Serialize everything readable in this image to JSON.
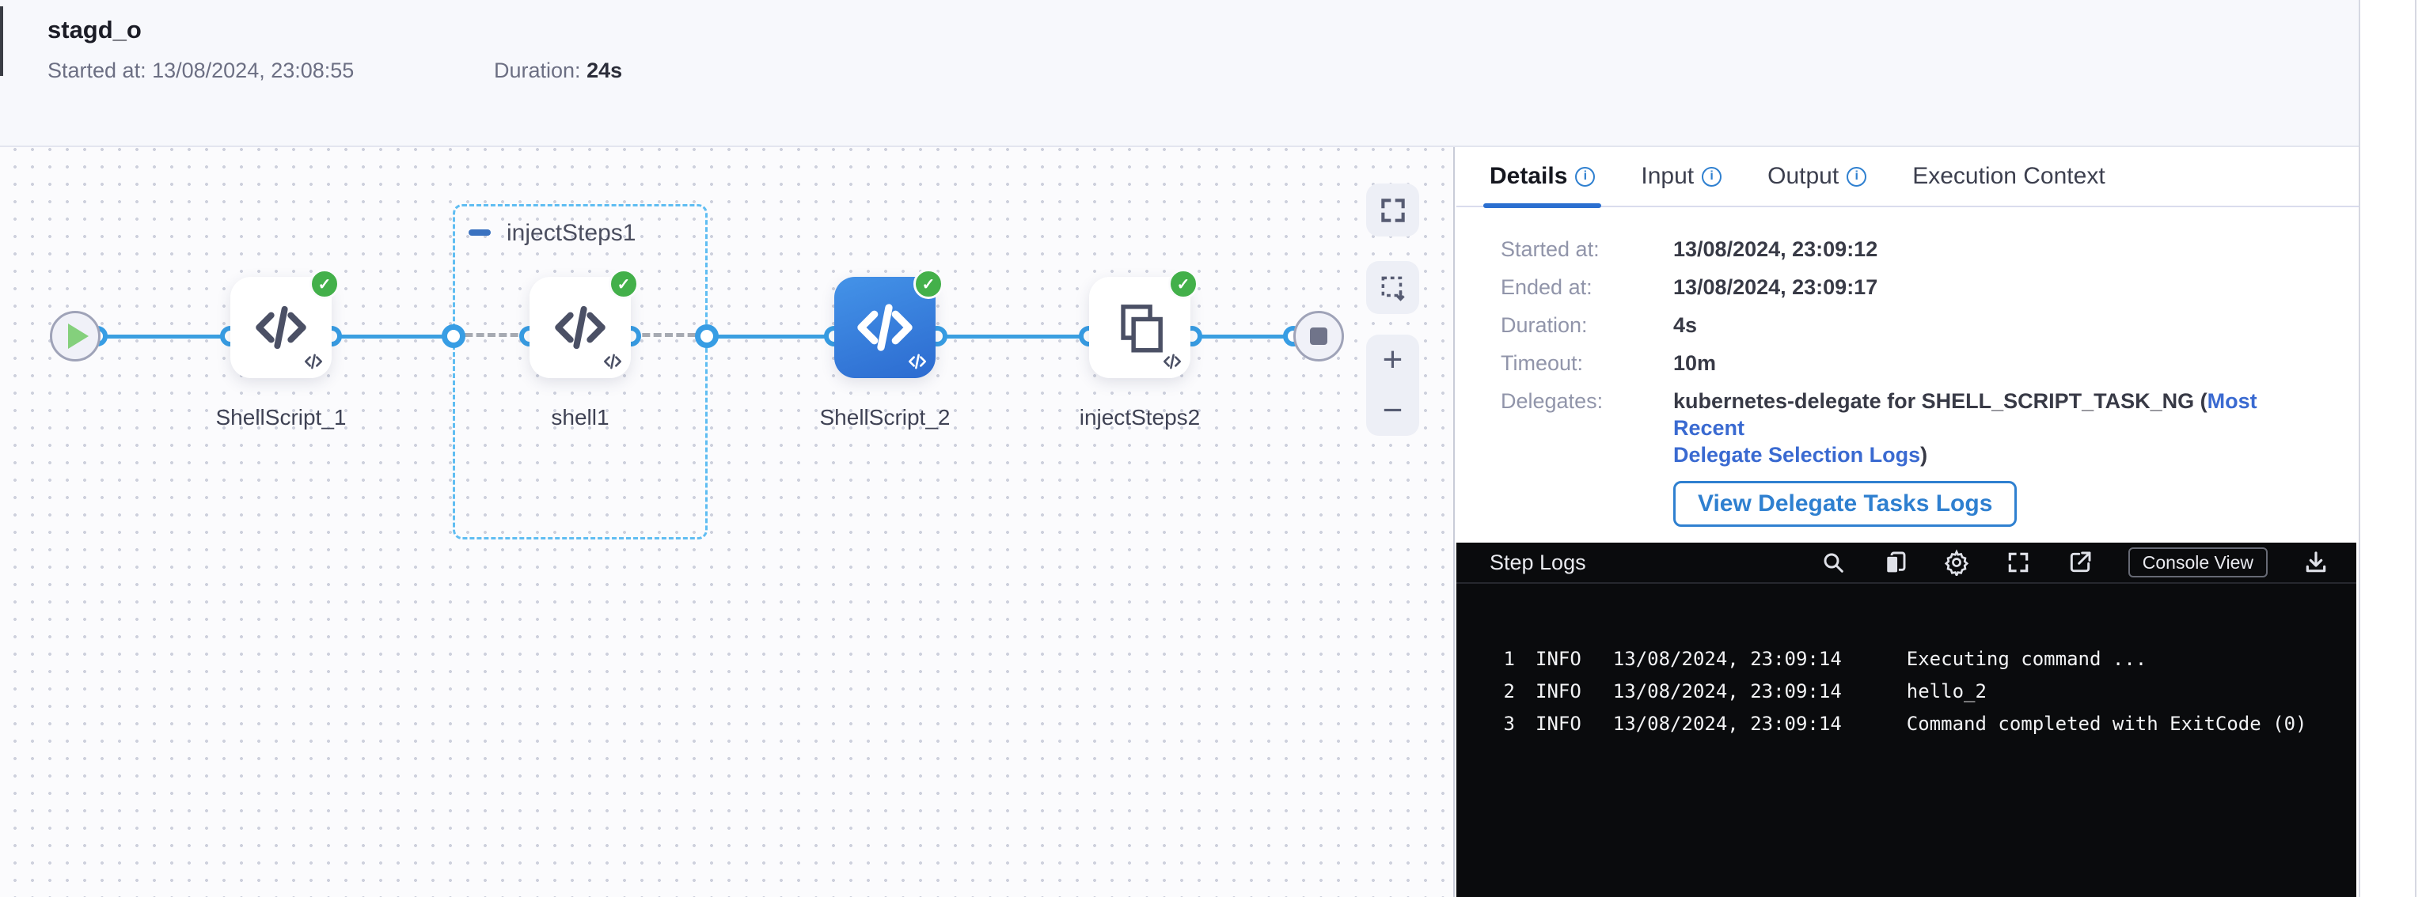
{
  "header": {
    "title": "stagd_o",
    "started": "Started at: 13/08/2024, 23:08:55",
    "duration_label": "Duration: ",
    "duration_value": "24s"
  },
  "canvas": {
    "group": {
      "label": "injectSteps1"
    },
    "nodes": [
      {
        "label": "ShellScript_1",
        "type": "shell-script",
        "status": "success"
      },
      {
        "label": "shell1",
        "type": "shell-script",
        "status": "success"
      },
      {
        "label": "ShellScript_2",
        "type": "shell-script",
        "status": "success",
        "selected": true
      },
      {
        "label": "injectSteps2",
        "type": "inject-steps",
        "status": "success"
      }
    ],
    "controls": {
      "zoom_in": "+",
      "zoom_out": "−"
    },
    "icons": [
      "fullscreen-icon",
      "marquee-select-icon",
      "zoom-in-icon",
      "zoom-out-icon"
    ]
  },
  "details_panel": {
    "tabs": [
      {
        "label": "Details",
        "active": true,
        "info_icon": true
      },
      {
        "label": "Input",
        "active": false,
        "info_icon": true
      },
      {
        "label": "Output",
        "active": false,
        "info_icon": true
      },
      {
        "label": "Execution Context",
        "active": false,
        "info_icon": false
      }
    ],
    "fields": [
      {
        "label": "Started at:",
        "value": "13/08/2024, 23:09:12"
      },
      {
        "label": "Ended at:",
        "value": "13/08/2024, 23:09:17"
      },
      {
        "label": "Duration:",
        "value": "4s"
      },
      {
        "label": "Timeout:",
        "value": "10m"
      }
    ],
    "delegates": {
      "label": "Delegates:",
      "value_prefix": "kubernetes-delegate for SHELL_SCRIPT_TASK_NG (",
      "link_line1": "Most Recent",
      "link_line2": "Delegate Selection Logs",
      "suffix": ")"
    },
    "button_label": "View Delegate Tasks Logs"
  },
  "log_panel": {
    "title": "Step Logs",
    "console_view_label": "Console View",
    "icons": [
      "search-icon",
      "copy-icon",
      "settings-icon",
      "fullscreen-icon",
      "open-in-new-icon",
      "download-icon"
    ],
    "lines": [
      {
        "num": "1",
        "level": "INFO",
        "timestamp": "13/08/2024, 23:09:14",
        "message": "Executing command ..."
      },
      {
        "num": "2",
        "level": "INFO",
        "timestamp": "13/08/2024, 23:09:14",
        "message": "hello_2"
      },
      {
        "num": "3",
        "level": "INFO",
        "timestamp": "13/08/2024, 23:09:14",
        "message": "Command completed with ExitCode (0)"
      }
    ]
  },
  "colors": {
    "accent_blue": "#2f80d0",
    "edge_blue": "#3b9fe0",
    "success_green": "#43b04a",
    "link_blue": "#3a6ad1",
    "log_bg": "#0a0b0d",
    "selected_node": "#3b82dc"
  }
}
